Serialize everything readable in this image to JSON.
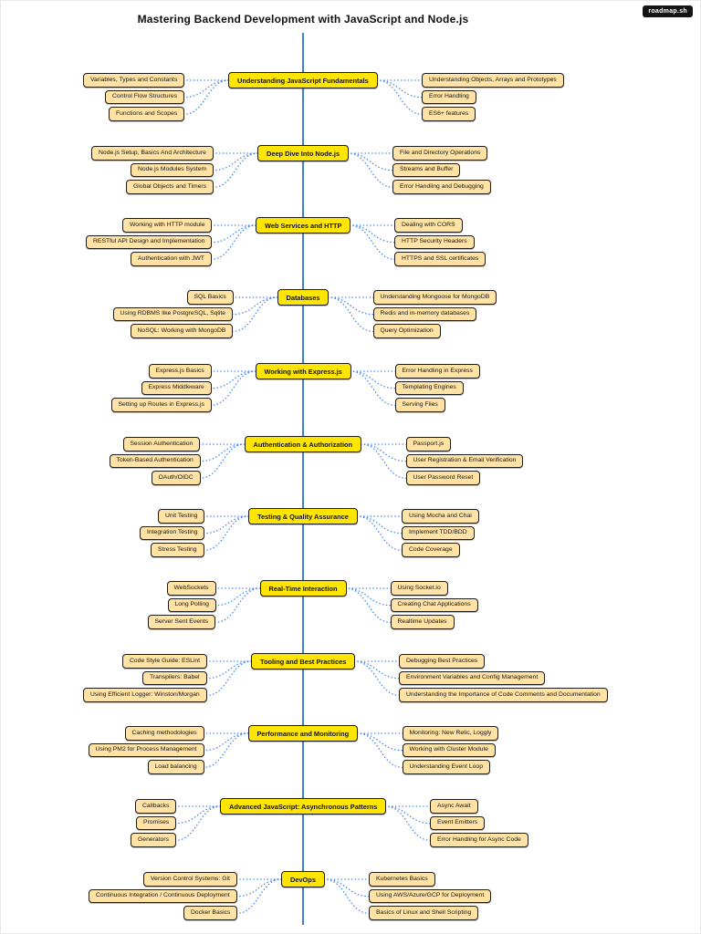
{
  "title": "Mastering Backend Development with JavaScript and Node.js",
  "badge": "roadmap.sh",
  "colors": {
    "topic_fill": "#ffe500",
    "subtopic_fill": "#ffe2a4",
    "node_border": "#1c1c1c",
    "connector": "#4285f4",
    "spine": "#3d7fd6",
    "badge_bg": "#141414",
    "badge_text": "#ffffff"
  },
  "sections": [
    {
      "label": "Understanding JavaScript Fundamentals",
      "left": [
        "Variables, Types and Constants",
        "Control Flow Structures",
        "Functions and Scopes"
      ],
      "right": [
        "Understanding Objects, Arrays and Prototypes",
        "Error Handling",
        "ES6+ features"
      ]
    },
    {
      "label": "Deep Dive Into Node.js",
      "left": [
        "Node.js Setup, Basics And Architecture",
        "Node.js Modules System",
        "Global Objects and Timers"
      ],
      "right": [
        "File and Directory Operations",
        "Streams and Buffer",
        "Error Handling and Debugging"
      ]
    },
    {
      "label": "Web Services and HTTP",
      "left": [
        "Working with HTTP module",
        "RESTful API Design and Implementation",
        "Authentication with JWT"
      ],
      "right": [
        "Dealing with CORS",
        "HTTP Security Headers",
        "HTTPS and SSL certificates"
      ]
    },
    {
      "label": "Databases",
      "left": [
        "SQL Basics",
        "Using RDBMS like PostgreSQL, Sqlite",
        "NoSQL: Working with MongoDB"
      ],
      "right": [
        "Understanding Mongoose for MongoDB",
        "Redis and in-memory databases",
        "Query Optimization"
      ]
    },
    {
      "label": "Working with Express.js",
      "left": [
        "Express.js Basics",
        "Express Middleware",
        "Setting up Routes in Express.js"
      ],
      "right": [
        "Error Handling in Express",
        "Templating Engines",
        "Serving Files"
      ]
    },
    {
      "label": "Authentication & Authorization",
      "left": [
        "Session Authentication",
        "Token-Based Authentication",
        "OAuth/OIDC"
      ],
      "right": [
        "Passport.js",
        "User Registration & Email Verification",
        "User Password Reset"
      ]
    },
    {
      "label": "Testing & Quality Assurance",
      "left": [
        "Unit Testing",
        "Integration Testing",
        "Stress Testing"
      ],
      "right": [
        "Using Mocha and Chai",
        "Implement TDD/BDD",
        "Code Coverage"
      ]
    },
    {
      "label": "Real-Time Interaction",
      "left": [
        "WebSockets",
        "Long Polling",
        "Server Sent Events"
      ],
      "right": [
        "Using Socket.io",
        "Creating Chat Applications",
        "Realtime Updates"
      ]
    },
    {
      "label": "Tooling and Best Practices",
      "left": [
        "Code Style Guide: ESLint",
        "Transpilers: Babel",
        "Using Efficient Logger: Winston/Morgan"
      ],
      "right": [
        "Debugging Best Practices",
        "Environment Variables and Config Management",
        "Understanding the Importance of Code Comments and Documentation"
      ]
    },
    {
      "label": "Performance and Monitoring",
      "left": [
        "Caching methodologies",
        "Using PM2 for Process Management",
        "Load balancing"
      ],
      "right": [
        "Monitoring: New Relic, Loggly",
        "Working with Cluster Module",
        "Understanding Event Loop"
      ]
    },
    {
      "label": "Advanced JavaScript: Asynchronous Patterns",
      "left": [
        "Callbacks",
        "Promises",
        "Generators"
      ],
      "right": [
        "Async Await",
        "Event Emitters",
        "Error Handling for Async Code"
      ]
    },
    {
      "label": "DevOps",
      "left": [
        "Version Control Systems: Git",
        "Continuous Integration / Continuous Deployment",
        "Docker Basics"
      ],
      "right": [
        "Kubernetes Basics",
        "Using AWS/Azure/GCP for Deployment",
        "Basics of Linux and Shell Scripting"
      ]
    }
  ]
}
